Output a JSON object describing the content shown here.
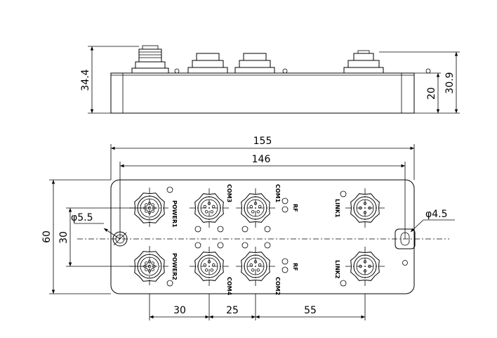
{
  "side_view": {
    "height_overall": "34.4",
    "height_body": "20",
    "height_connector": "30.9"
  },
  "top_view": {
    "width_overall": "155",
    "width_holes": "146",
    "height_overall": "60",
    "height_ports": "30",
    "hole_left_dia": "φ5.5",
    "hole_right_dia": "φ4.5",
    "pitch_a": "30",
    "pitch_b": "25",
    "pitch_c": "55"
  },
  "port_labels": {
    "power1": "POWER1",
    "power2": "POWER2",
    "com1": "COM1",
    "com2": "COM2",
    "com3": "COM3",
    "com4": "COM4",
    "link1": "LINK1",
    "link2": "LINK2",
    "rf_top": "RF",
    "rf_bottom": "RF"
  }
}
